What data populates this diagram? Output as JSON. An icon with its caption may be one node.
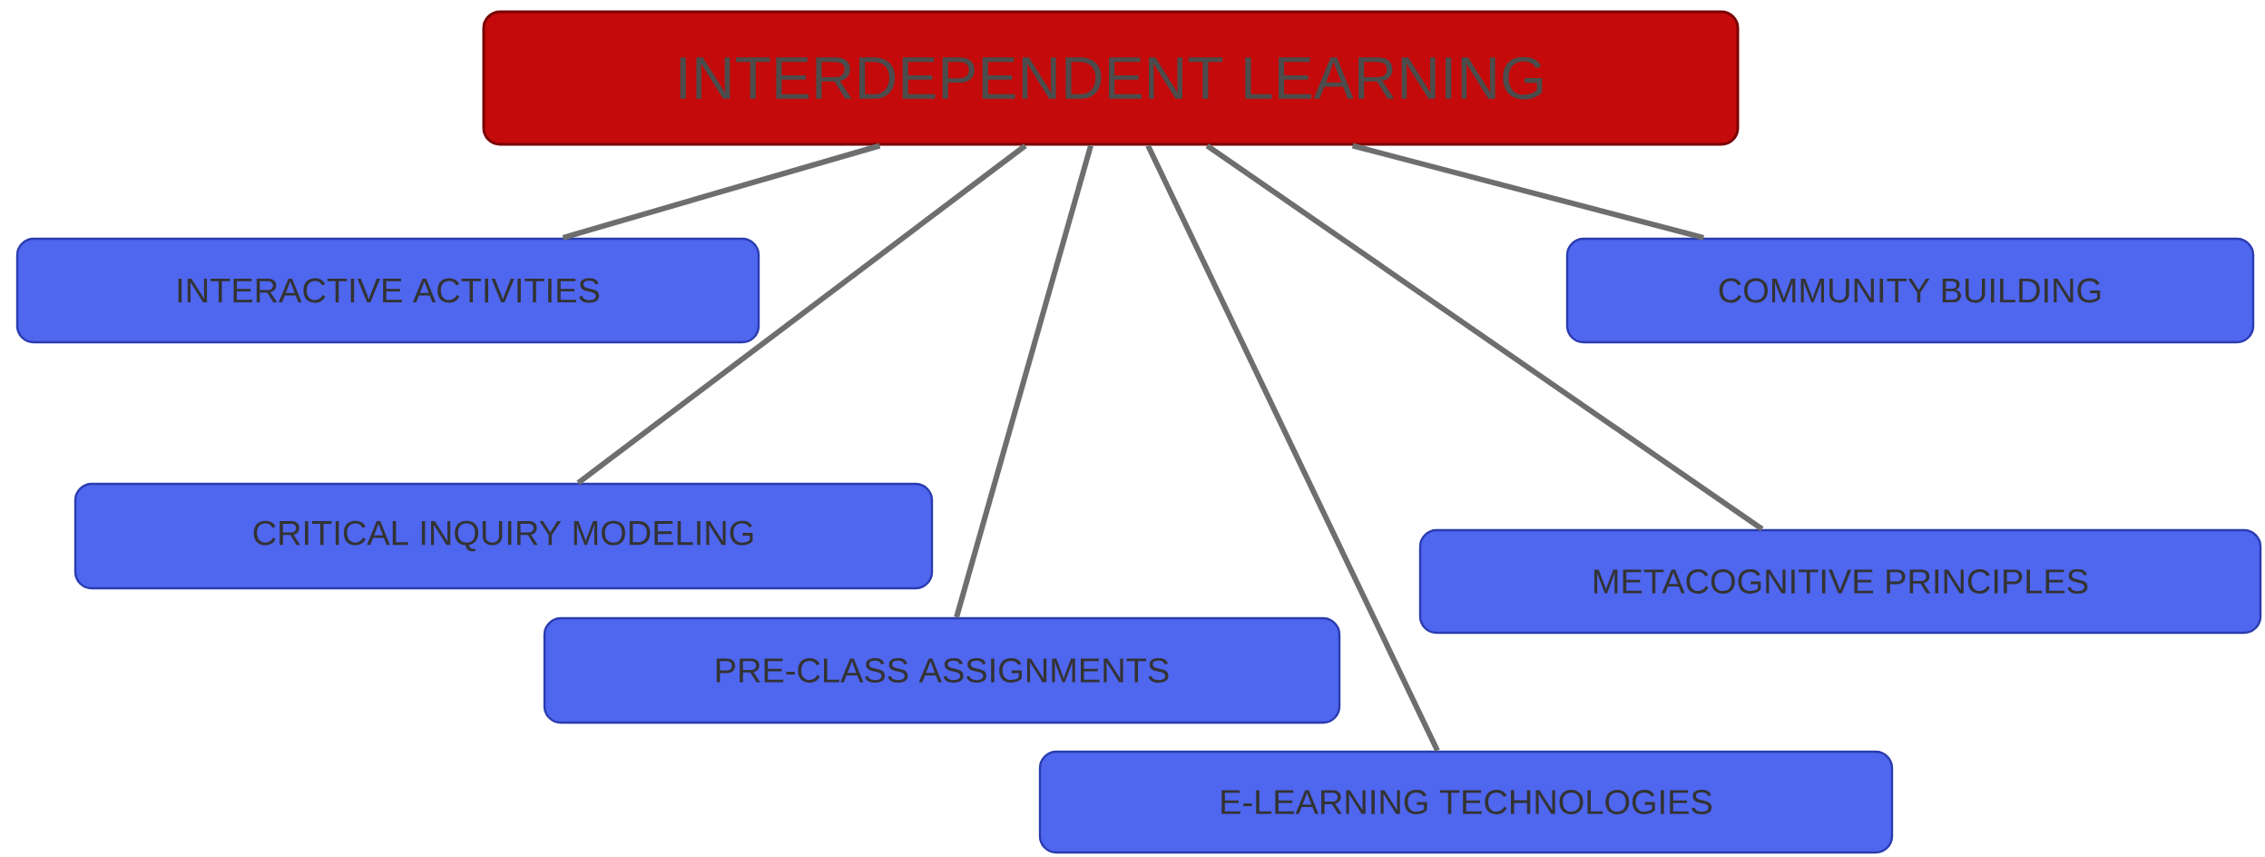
{
  "diagram": {
    "nodes": [
      {
        "text": [
          "INTERDEPENDENT LEARNING"
        ]
      },
      {
        "text": [
          "INTERACTIVE ACTIVITIES"
        ]
      },
      {
        "text": [
          "CRITICAL INQUIRY MODELING"
        ]
      },
      {
        "text": [
          "PRE-CLASS ASSIGNMENTS"
        ]
      },
      {
        "text": [
          "E-LEARNING TECHNOLOGIES"
        ]
      },
      {
        "text": [
          "METACOGNITIVE PRINCIPLES"
        ]
      },
      {
        "text": [
          "COMMUNITY BUILDING"
        ]
      }
    ],
    "edges": [
      {
        "from": 0,
        "to": 1,
        "arrow": "none"
      },
      {
        "from": 0,
        "to": 2,
        "arrow": "none"
      },
      {
        "from": 0,
        "to": 3,
        "arrow": "none"
      },
      {
        "from": 0,
        "to": 4,
        "arrow": "none"
      },
      {
        "from": 0,
        "to": 5,
        "arrow": "none"
      },
      {
        "from": 0,
        "to": 6,
        "arrow": "none"
      }
    ]
  }
}
